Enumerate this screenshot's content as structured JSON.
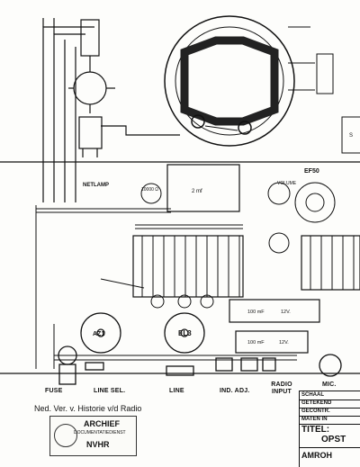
{
  "schematic": {
    "labels": {
      "netlamp": "NETLAMP",
      "c_2mf": "2 mf",
      "c_10000": "10000 Ω",
      "valve_el3": "EL3",
      "valve_az1": "AZ1",
      "valve_ef50": "EF50",
      "volume": "VOLUME",
      "cap_100_a": "100 mF",
      "volt_a": "12V.",
      "cap_100_b": "100 mF",
      "volt_b": "12V.",
      "speaker_ref": "S"
    },
    "bottom_labels": {
      "fuse": "FUSE",
      "line_sel": "LINE SEL.",
      "line": "LINE",
      "ind_adj": "IND. ADJ.",
      "radio_input": "RADIO INPUT",
      "mic": "MIC."
    }
  },
  "footer": {
    "society": "Ned. Ver. v. Historie v/d Radio",
    "stamp_top": "ARCHIEF",
    "stamp_mid": "DOCUMENTATIEDIENST",
    "stamp_bottom": "NVHR"
  },
  "title_block": {
    "schaal": "SCHAAL",
    "getekend": "GETEKEND",
    "gecontr": "GECONTR.",
    "maten_in": "MATEN IN",
    "titel": "TITEL:",
    "titel_value": "OPST",
    "company": "AMROH"
  }
}
